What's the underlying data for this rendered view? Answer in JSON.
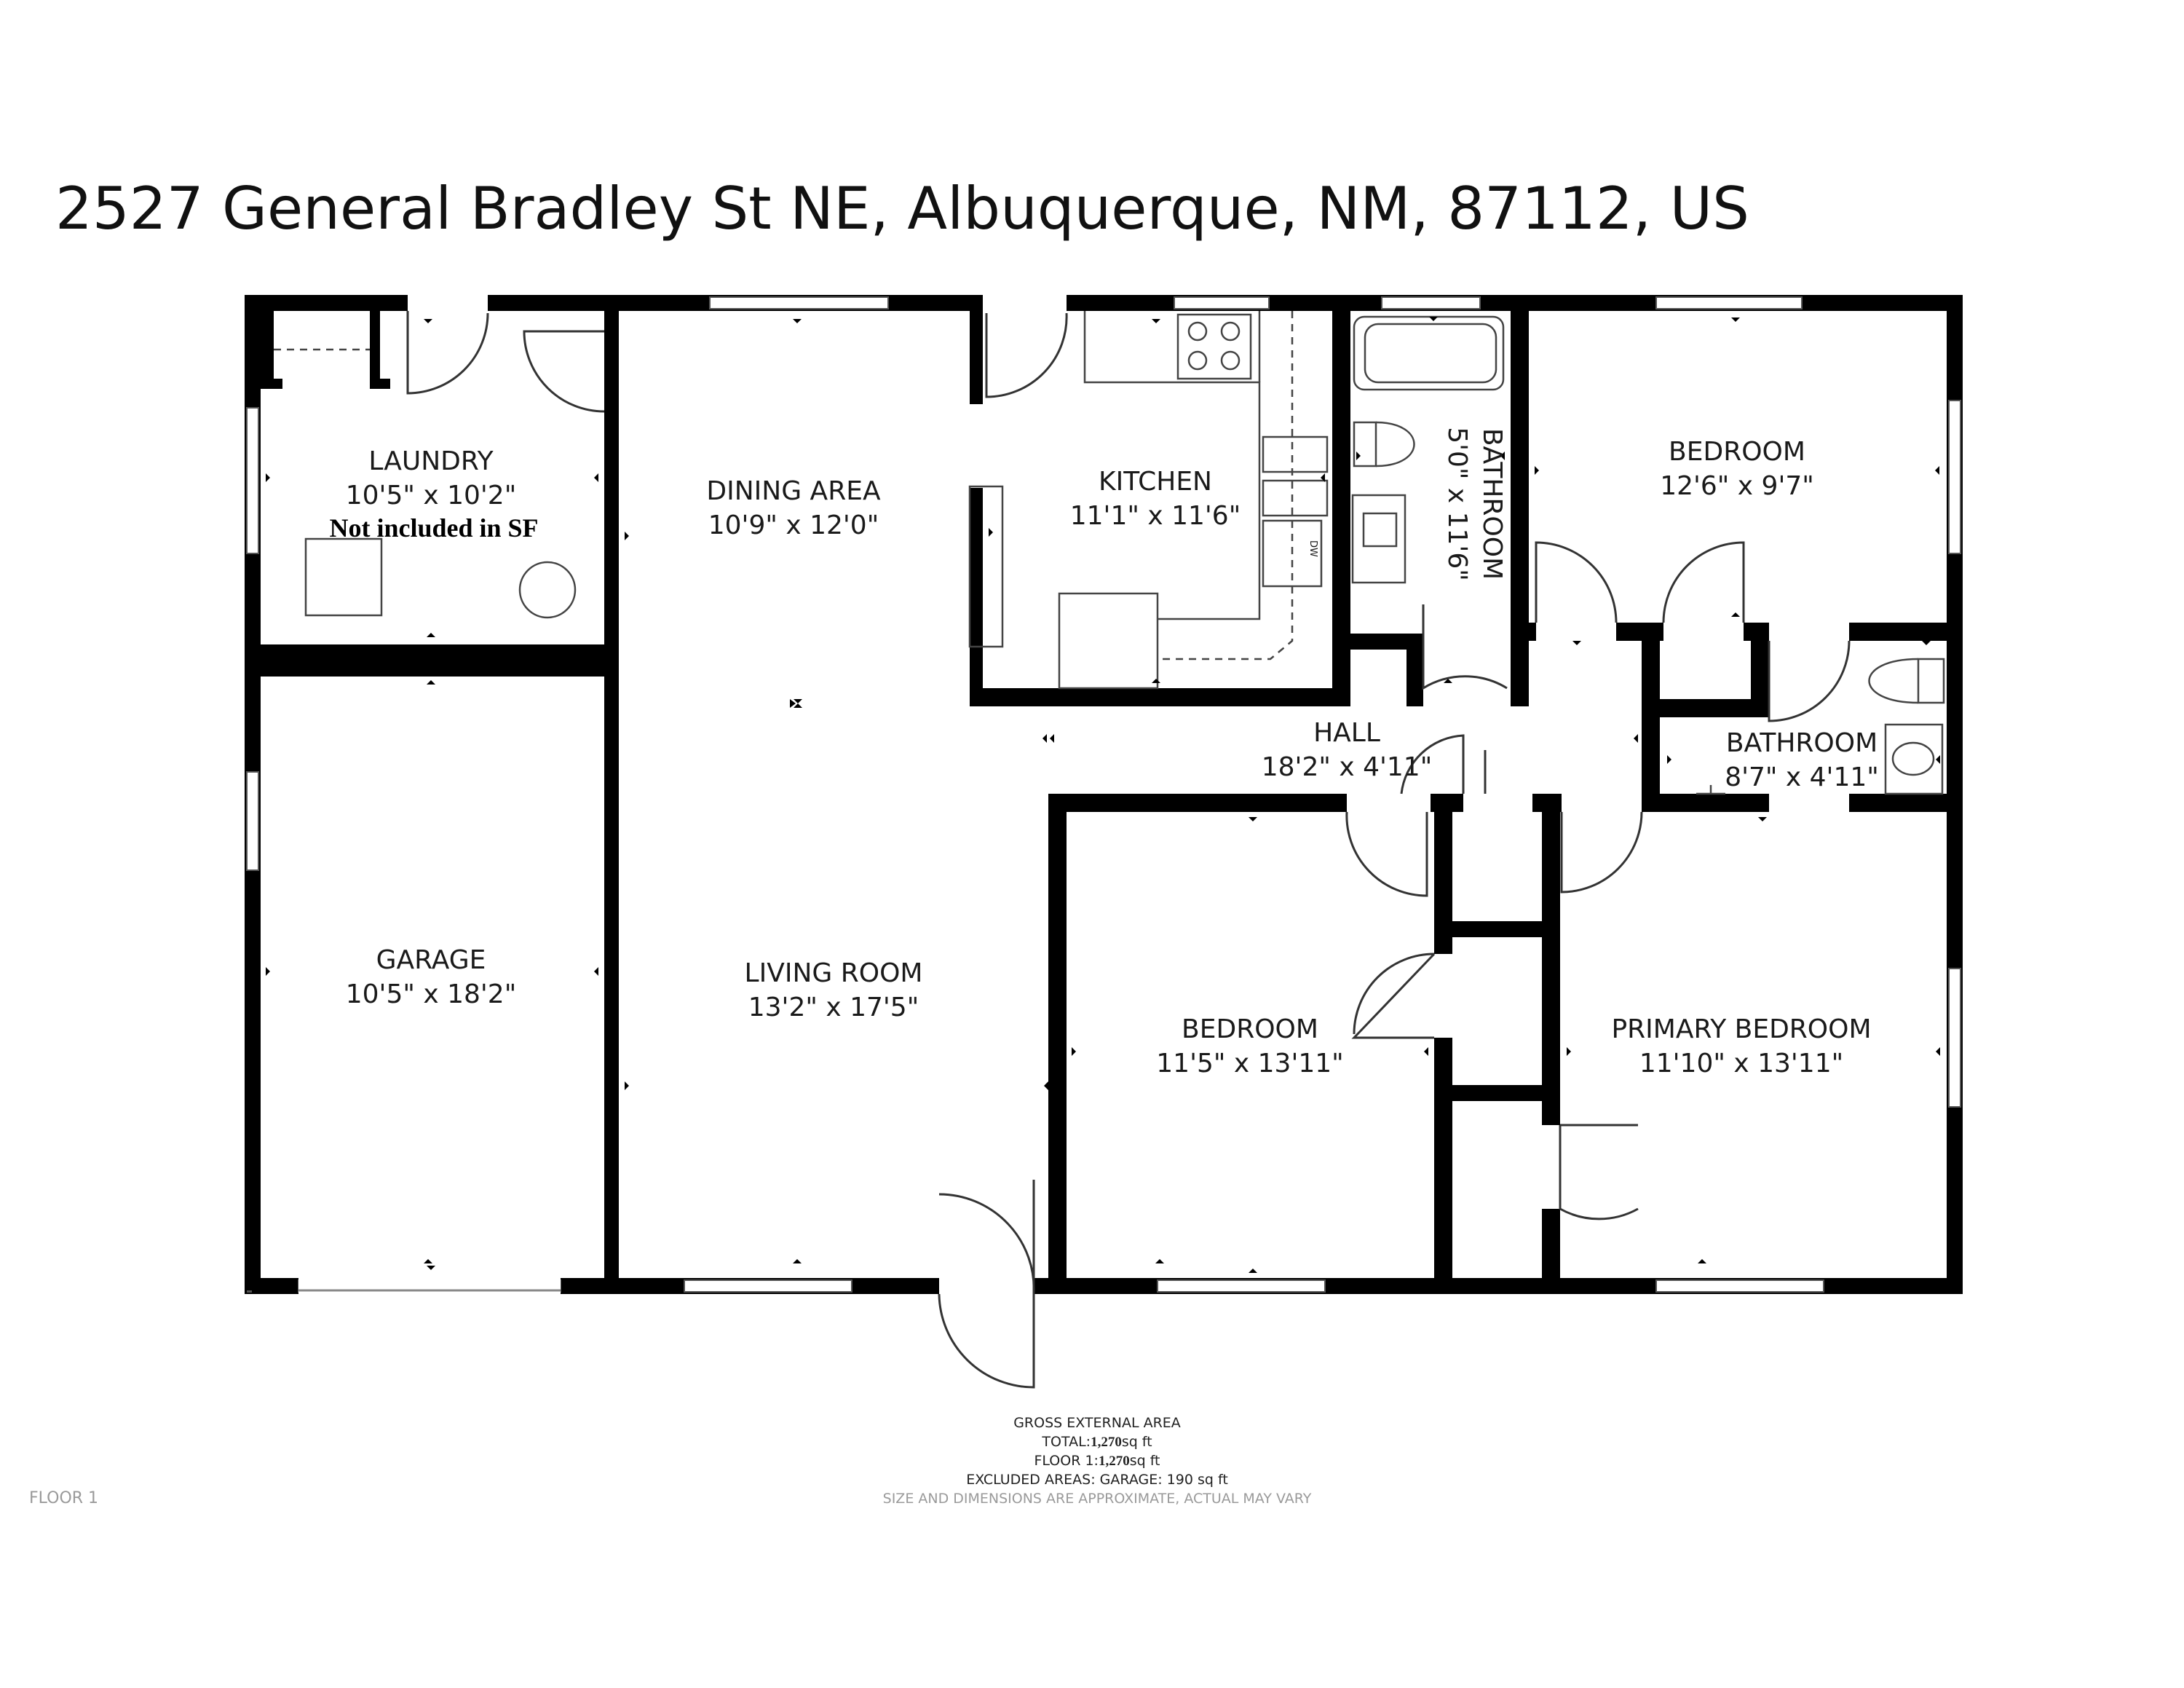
{
  "address": "2527 General Bradley St NE, Albuquerque, NM, 87112, US",
  "rooms": {
    "laundry": {
      "name": "LAUNDRY",
      "dims": "10'5\" x 10'2\"",
      "note": "Not included in SF"
    },
    "garage": {
      "name": "GARAGE",
      "dims": "10'5\" x 18'2\""
    },
    "dining": {
      "name": "DINING AREA",
      "dims": "10'9\" x 12'0\""
    },
    "living": {
      "name": "LIVING ROOM",
      "dims": "13'2\" x 17'5\""
    },
    "kitchen": {
      "name": "KITCHEN",
      "dims": "11'1\" x 11'6\""
    },
    "bath1": {
      "name": "BATHROOM",
      "dims": "5'0\" x 11'6\""
    },
    "bedroom1": {
      "name": "BEDROOM",
      "dims": "12'6\" x 9'7\""
    },
    "hall": {
      "name": "HALL",
      "dims": "18'2\" x 4'11\""
    },
    "bath2": {
      "name": "BATHROOM",
      "dims": "8'7\" x 4'11\""
    },
    "bedroom2": {
      "name": "BEDROOM",
      "dims": "11'5\" x 13'11\""
    },
    "primary": {
      "name": "PRIMARY BEDROOM",
      "dims": "11'10\" x 13'11\""
    }
  },
  "appliance_labels": {
    "dishwasher": "DW"
  },
  "summary": {
    "heading": "GROSS EXTERNAL AREA",
    "total_label": "TOTAL:",
    "total_value": "1,270",
    "total_unit": "sq ft",
    "floor_label": "FLOOR 1:",
    "floor_value": "1,270",
    "floor_unit": "sq ft",
    "excluded": "EXCLUDED AREAS: GARAGE: 190 sq ft",
    "disclaimer": "SIZE AND DIMENSIONS ARE APPROXIMATE, ACTUAL MAY VARY"
  },
  "floor_label": "FLOOR 1"
}
